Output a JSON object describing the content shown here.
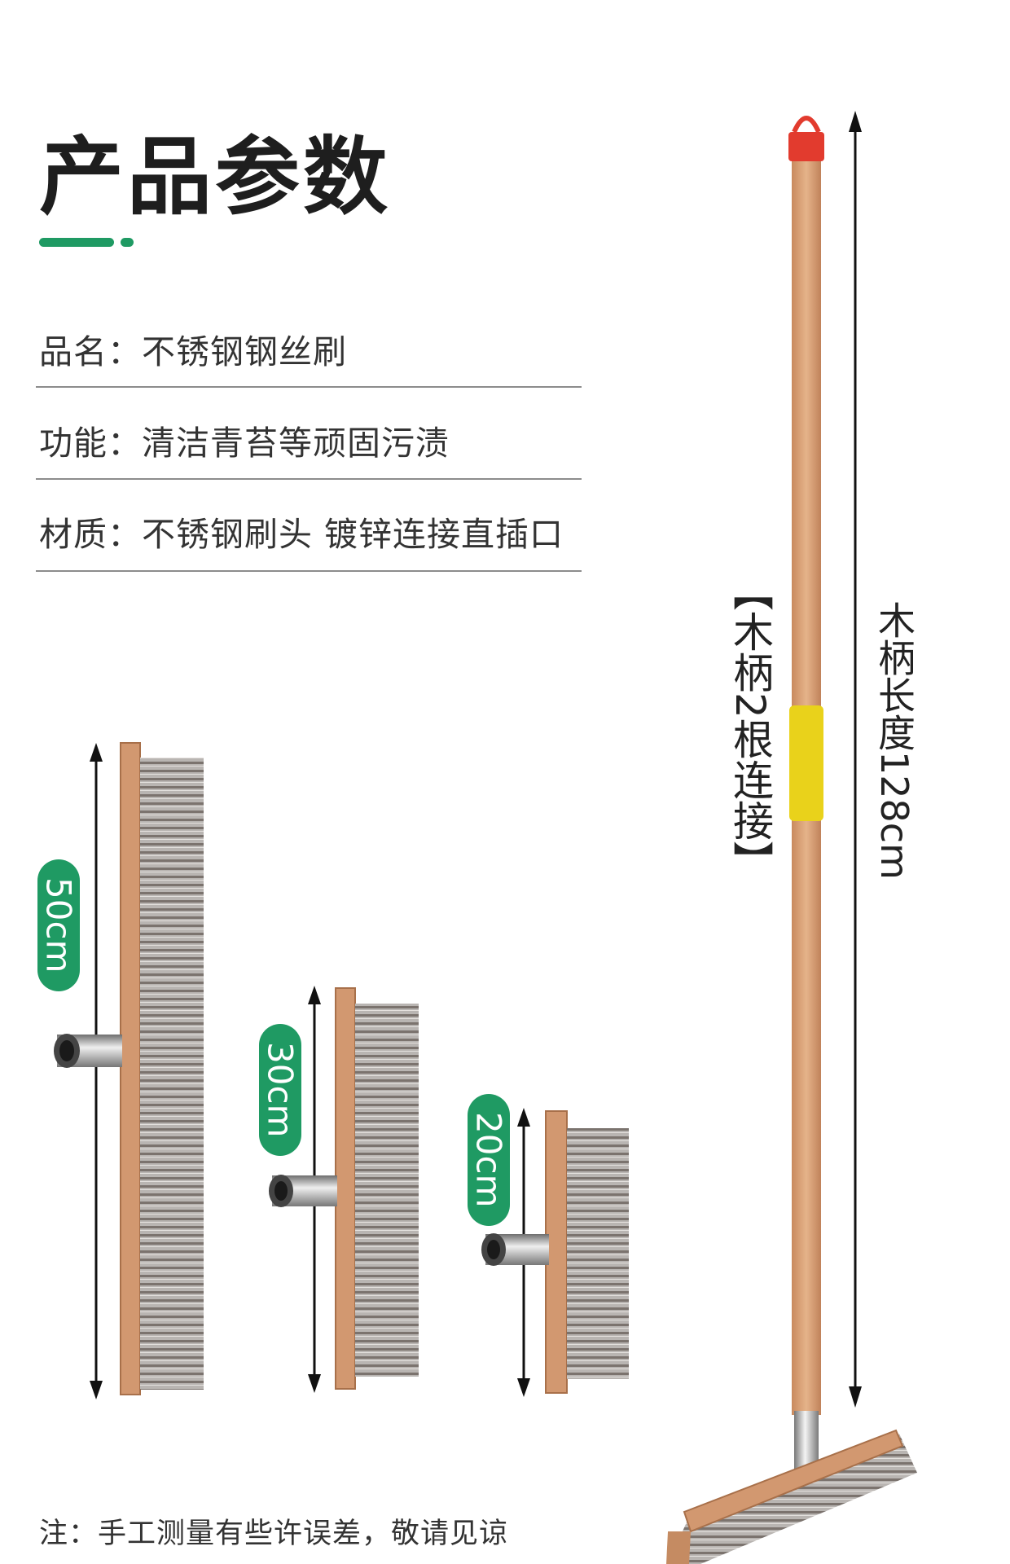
{
  "header": {
    "title": "产品参数"
  },
  "specs": [
    {
      "label": "品名：",
      "value": "不锈钢钢丝刷"
    },
    {
      "label": "功能：",
      "value": "清洁青苔等顽固污渍"
    },
    {
      "label": "材质：",
      "value": "不锈钢刷头 镀锌连接直插口"
    }
  ],
  "brush_sizes": [
    {
      "label": "50cm"
    },
    {
      "label": "30cm"
    },
    {
      "label": "20cm"
    }
  ],
  "handle": {
    "connection_note": "【木柄2根连接】",
    "length_label": "木柄长度128cm"
  },
  "footer": {
    "note": "注：手工测量有些许误差，敬请见谅"
  },
  "colors": {
    "accent_green": "#1f9a63",
    "wood": "#d9a27a",
    "cap_red": "#e23b2e",
    "joint_yellow": "#e9d21b"
  }
}
